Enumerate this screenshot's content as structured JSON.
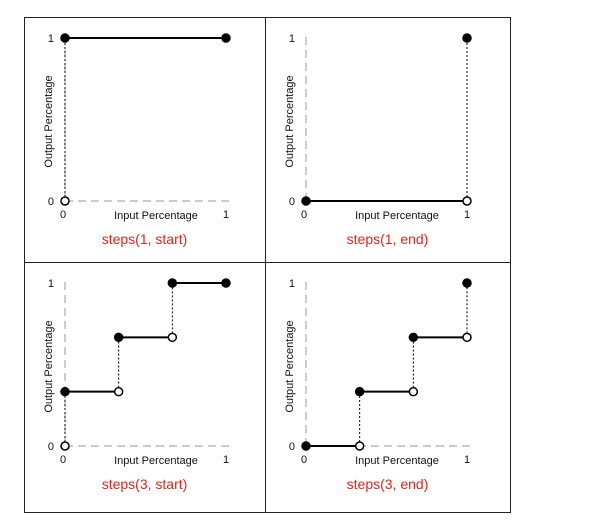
{
  "chart_data": [
    {
      "type": "line",
      "title": "steps(1, start)",
      "xlabel": "Input Percentage",
      "ylabel": "Output Percentage",
      "xlim": [
        0,
        1
      ],
      "ylim": [
        0,
        1
      ],
      "x_ticks": [
        "0",
        "1"
      ],
      "y_ticks": [
        "0",
        "1"
      ],
      "segments": [
        {
          "x": [
            0,
            1
          ],
          "y": [
            1,
            1
          ],
          "start": "closed",
          "end": "closed"
        }
      ],
      "jumps": [
        {
          "x": 0,
          "from": 0,
          "to": 1
        }
      ],
      "open_points": [
        {
          "x": 0,
          "y": 0
        }
      ]
    },
    {
      "type": "line",
      "title": "steps(1, end)",
      "xlabel": "Input Percentage",
      "ylabel": "Output Percentage",
      "xlim": [
        0,
        1
      ],
      "ylim": [
        0,
        1
      ],
      "x_ticks": [
        "0",
        "1"
      ],
      "y_ticks": [
        "0",
        "1"
      ],
      "segments": [
        {
          "x": [
            0,
            1
          ],
          "y": [
            0,
            0
          ],
          "start": "closed",
          "end": "open"
        }
      ],
      "jumps": [
        {
          "x": 1,
          "from": 0,
          "to": 1
        }
      ],
      "closed_points": [
        {
          "x": 1,
          "y": 1
        }
      ]
    },
    {
      "type": "line",
      "title": "steps(3, start)",
      "xlabel": "Input Percentage",
      "ylabel": "Output Percentage",
      "xlim": [
        0,
        1
      ],
      "ylim": [
        0,
        1
      ],
      "x_ticks": [
        "0",
        "1"
      ],
      "y_ticks": [
        "0",
        "1"
      ],
      "segments": [
        {
          "x": [
            0,
            0.3333
          ],
          "y": [
            0.3333,
            0.3333
          ],
          "start": "closed",
          "end": "open"
        },
        {
          "x": [
            0.3333,
            0.6667
          ],
          "y": [
            0.6667,
            0.6667
          ],
          "start": "closed",
          "end": "open"
        },
        {
          "x": [
            0.6667,
            1
          ],
          "y": [
            1,
            1
          ],
          "start": "closed",
          "end": "closed"
        }
      ],
      "jumps": [
        {
          "x": 0,
          "from": 0,
          "to": 0.3333
        },
        {
          "x": 0.3333,
          "from": 0.3333,
          "to": 0.6667
        },
        {
          "x": 0.6667,
          "from": 0.6667,
          "to": 1
        }
      ],
      "open_points": [
        {
          "x": 0,
          "y": 0
        }
      ]
    },
    {
      "type": "line",
      "title": "steps(3, end)",
      "xlabel": "Input Percentage",
      "ylabel": "Output Percentage",
      "xlim": [
        0,
        1
      ],
      "ylim": [
        0,
        1
      ],
      "x_ticks": [
        "0",
        "1"
      ],
      "y_ticks": [
        "0",
        "1"
      ],
      "segments": [
        {
          "x": [
            0,
            0.3333
          ],
          "y": [
            0,
            0
          ],
          "start": "closed",
          "end": "open"
        },
        {
          "x": [
            0.3333,
            0.6667
          ],
          "y": [
            0.3333,
            0.3333
          ],
          "start": "closed",
          "end": "open"
        },
        {
          "x": [
            0.6667,
            1
          ],
          "y": [
            0.6667,
            0.6667
          ],
          "start": "closed",
          "end": "open"
        }
      ],
      "jumps": [
        {
          "x": 0.3333,
          "from": 0,
          "to": 0.3333
        },
        {
          "x": 0.6667,
          "from": 0.3333,
          "to": 0.6667
        },
        {
          "x": 1,
          "from": 0.6667,
          "to": 1
        }
      ],
      "closed_points": [
        {
          "x": 1,
          "y": 1
        }
      ]
    }
  ],
  "colors": {
    "caption": "#e2231a",
    "line": "#000000",
    "axis_dash": "#999999",
    "border": "#222222"
  }
}
